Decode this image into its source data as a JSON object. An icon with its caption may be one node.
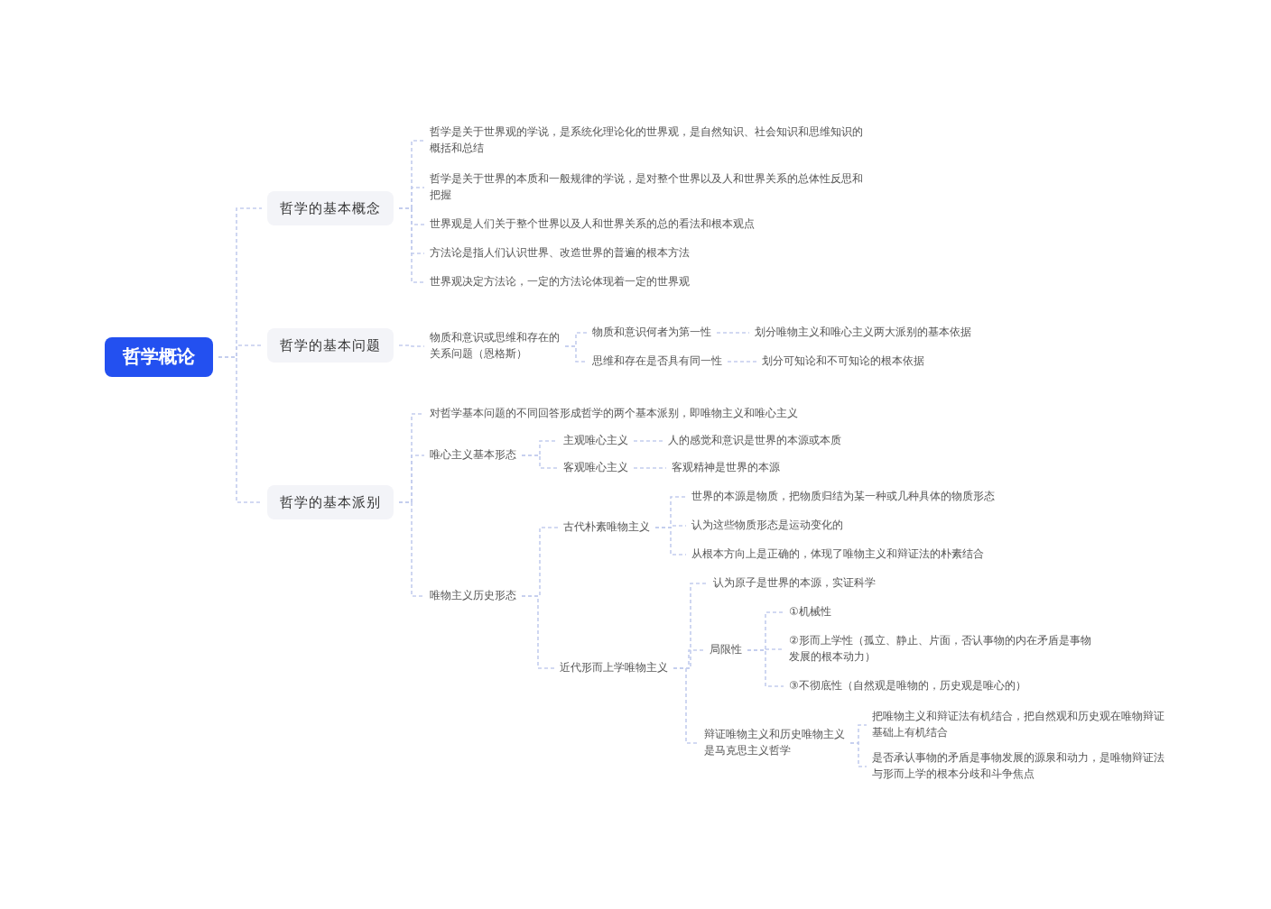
{
  "diagram": {
    "nodes": [
      {
        "text": [
          "哲学概论"
        ]
      },
      {
        "text": [
          "哲学的基本概念"
        ]
      },
      {
        "text": [
          "哲学是关于世界观的学说，是系统化理论化的世界观，是自然知识、社会知识和思维知识的概括和总结"
        ]
      },
      {
        "text": [
          "哲学是关于世界的本质和一般规律的学说，是对整个世界以及人和世界关系的总体性反思和把握"
        ]
      },
      {
        "text": [
          "世界观是人们关于整个世界以及人和世界关系的总的看法和根本观点"
        ]
      },
      {
        "text": [
          "方法论是指人们认识世界、改造世界的普遍的根本方法"
        ]
      },
      {
        "text": [
          "世界观决定方法论，一定的方法论体现着一定的世界观"
        ]
      },
      {
        "text": [
          "哲学的基本问题"
        ]
      },
      {
        "text": [
          "物质和意识或思维和存在的关系问题（恩格斯）"
        ]
      },
      {
        "text": [
          "物质和意识何者为第一性"
        ]
      },
      {
        "text": [
          "划分唯物主义和唯心主义两大派别的基本依据"
        ]
      },
      {
        "text": [
          "思维和存在是否具有同一性"
        ]
      },
      {
        "text": [
          "划分可知论和不可知论的根本依据"
        ]
      },
      {
        "text": [
          "哲学的基本派别"
        ]
      },
      {
        "text": [
          "对哲学基本问题的不同回答形成哲学的两个基本派别，即唯物主义和唯心主义"
        ]
      },
      {
        "text": [
          "唯心主义基本形态"
        ]
      },
      {
        "text": [
          "主观唯心主义"
        ]
      },
      {
        "text": [
          "人的感觉和意识是世界的本源或本质"
        ]
      },
      {
        "text": [
          "客观唯心主义"
        ]
      },
      {
        "text": [
          "客观精神是世界的本源"
        ]
      },
      {
        "text": [
          "唯物主义历史形态"
        ]
      },
      {
        "text": [
          "古代朴素唯物主义"
        ]
      },
      {
        "text": [
          "世界的本源是物质，把物质归结为某一种或几种具体的物质形态"
        ]
      },
      {
        "text": [
          "认为这些物质形态是运动变化的"
        ]
      },
      {
        "text": [
          "从根本方向上是正确的，体现了唯物主义和辩证法的朴素结合"
        ]
      },
      {
        "text": [
          "近代形而上学唯物主义"
        ]
      },
      {
        "text": [
          "认为原子是世界的本源，实证科学"
        ]
      },
      {
        "text": [
          "局限性"
        ]
      },
      {
        "text": [
          "①机械性"
        ]
      },
      {
        "text": [
          "②形而上学性（孤立、静止、片面，否认事物的内在矛盾是事物发展的根本动力）"
        ]
      },
      {
        "text": [
          "③不彻底性（自然观是唯物的，历史观是唯心的）"
        ]
      },
      {
        "text": [
          "辩证唯物主义和历史唯物主义是马克思主义哲学"
        ]
      },
      {
        "text": [
          "把唯物主义和辩证法有机结合，把自然观和历史观在唯物辩证基础上有机结合"
        ]
      },
      {
        "text": [
          "是否承认事物的矛盾是事物发展的源泉和动力，是唯物辩证法与形而上学的根本分歧和斗争焦点"
        ]
      }
    ],
    "edges": [
      {
        "from": 0,
        "to": 1,
        "arrow": "none",
        "style": "dashed"
      },
      {
        "from": 0,
        "to": 7,
        "arrow": "none",
        "style": "dashed"
      },
      {
        "from": 0,
        "to": 13,
        "arrow": "none",
        "style": "dashed"
      },
      {
        "from": 1,
        "to": 2,
        "arrow": "none",
        "style": "dashed"
      },
      {
        "from": 1,
        "to": 3,
        "arrow": "none",
        "style": "dashed"
      },
      {
        "from": 1,
        "to": 4,
        "arrow": "none",
        "style": "dashed"
      },
      {
        "from": 1,
        "to": 5,
        "arrow": "none",
        "style": "dashed"
      },
      {
        "from": 1,
        "to": 6,
        "arrow": "none",
        "style": "dashed"
      },
      {
        "from": 7,
        "to": 8,
        "arrow": "none",
        "style": "dashed"
      },
      {
        "from": 8,
        "to": 9,
        "arrow": "none",
        "style": "dashed"
      },
      {
        "from": 8,
        "to": 11,
        "arrow": "none",
        "style": "dashed"
      },
      {
        "from": 9,
        "to": 10,
        "arrow": "none",
        "style": "dashed"
      },
      {
        "from": 11,
        "to": 12,
        "arrow": "none",
        "style": "dashed"
      },
      {
        "from": 13,
        "to": 14,
        "arrow": "none",
        "style": "dashed"
      },
      {
        "from": 13,
        "to": 15,
        "arrow": "none",
        "style": "dashed"
      },
      {
        "from": 13,
        "to": 20,
        "arrow": "none",
        "style": "dashed"
      },
      {
        "from": 15,
        "to": 16,
        "arrow": "none",
        "style": "dashed"
      },
      {
        "from": 15,
        "to": 18,
        "arrow": "none",
        "style": "dashed"
      },
      {
        "from": 16,
        "to": 17,
        "arrow": "none",
        "style": "dashed"
      },
      {
        "from": 18,
        "to": 19,
        "arrow": "none",
        "style": "dashed"
      },
      {
        "from": 20,
        "to": 21,
        "arrow": "none",
        "style": "dashed"
      },
      {
        "from": 20,
        "to": 25,
        "arrow": "none",
        "style": "dashed"
      },
      {
        "from": 21,
        "to": 22,
        "arrow": "none",
        "style": "dashed"
      },
      {
        "from": 21,
        "to": 23,
        "arrow": "none",
        "style": "dashed"
      },
      {
        "from": 21,
        "to": 24,
        "arrow": "none",
        "style": "dashed"
      },
      {
        "from": 25,
        "to": 26,
        "arrow": "none",
        "style": "dashed"
      },
      {
        "from": 25,
        "to": 27,
        "arrow": "none",
        "style": "dashed"
      },
      {
        "from": 25,
        "to": 31,
        "arrow": "none",
        "style": "dashed"
      },
      {
        "from": 27,
        "to": 28,
        "arrow": "none",
        "style": "dashed"
      },
      {
        "from": 27,
        "to": 29,
        "arrow": "none",
        "style": "dashed"
      },
      {
        "from": 27,
        "to": 30,
        "arrow": "none",
        "style": "dashed"
      },
      {
        "from": 31,
        "to": 32,
        "arrow": "none",
        "style": "dashed"
      },
      {
        "from": 31,
        "to": 33,
        "arrow": "none",
        "style": "dashed"
      }
    ]
  }
}
